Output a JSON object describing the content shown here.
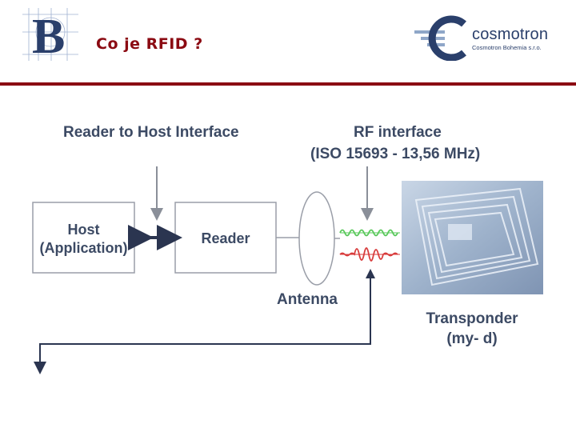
{
  "header": {
    "title": "Co je RFID ?",
    "logo_left_letter": "B",
    "brand": {
      "name": "cosmotron",
      "subtitle": "Cosmotron Bohemia s.r.o."
    }
  },
  "diagram": {
    "label_reader_host": "Reader to Host Interface",
    "label_rf_line1": "RF interface",
    "label_rf_line2": "(ISO 15693 - 13,56 MHz)",
    "host_line1": "Host",
    "host_line2": "(Application)",
    "reader": "Reader",
    "antenna": "Antenna",
    "transponder_line1": "Transponder",
    "transponder_line2": "(my- d)"
  },
  "colors": {
    "accent": "#8b0a12",
    "text_dark": "#3c4a64",
    "brand_blue": "#2a3f6b",
    "wave_green": "#58c85a",
    "wave_red": "#d83b3b"
  }
}
